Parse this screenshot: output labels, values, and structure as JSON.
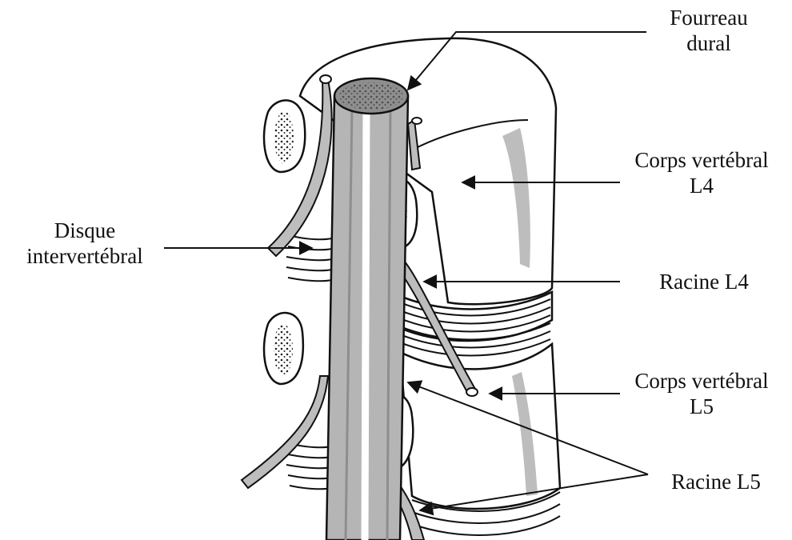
{
  "diagram": {
    "labels": {
      "fourreau_dural": [
        "Fourreau",
        "dural"
      ],
      "corps_l4": [
        "Corps vertébral",
        "L4"
      ],
      "disque": [
        "Disque",
        "intervertébral"
      ],
      "racine_l4": [
        "Racine L4"
      ],
      "corps_l5": [
        "Corps vertébral",
        "L5"
      ],
      "racine_l5": [
        "Racine L5"
      ]
    },
    "colors": {
      "ink": "#111111",
      "shade": "#b5b5b5",
      "dark_shade": "#8e8e8e",
      "paper": "#ffffff"
    }
  }
}
